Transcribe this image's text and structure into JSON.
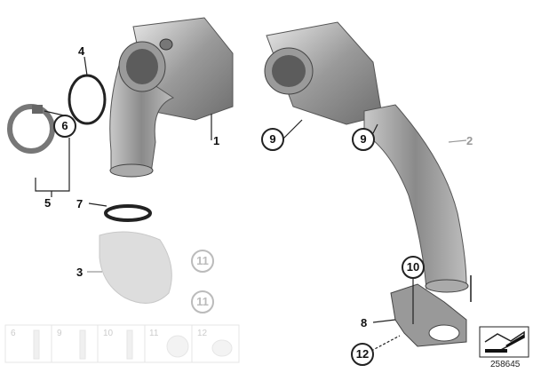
{
  "diagram": {
    "callouts": {
      "c1": "1",
      "c2": "2",
      "c3": "3",
      "c4": "4",
      "c5": "5",
      "c6": "6",
      "c7": "7",
      "c8": "8",
      "c9a": "9",
      "c9b": "9",
      "c10": "10",
      "c11a": "11",
      "c11b": "11",
      "c12": "12"
    },
    "hardware_strip": [
      "6",
      "9",
      "10",
      "11",
      "12"
    ],
    "document_number": "258645"
  }
}
